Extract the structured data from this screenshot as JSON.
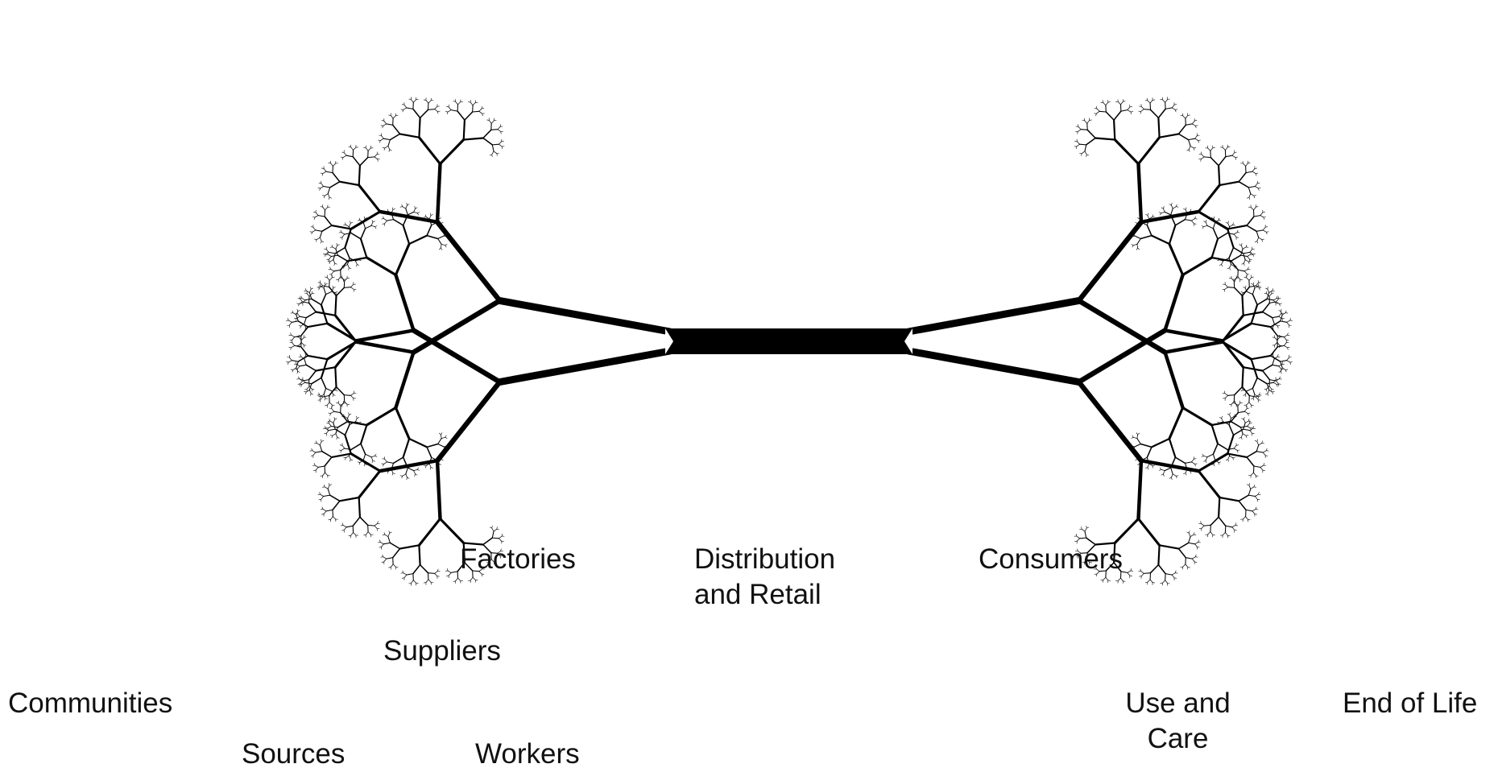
{
  "colors": {
    "background": "#ffffff",
    "ink": "#000000",
    "text": "#111111"
  },
  "labels": {
    "communities": "Communities",
    "sources": "Sources",
    "suppliers": "Suppliers",
    "workers": "Workers",
    "factories": "Factories",
    "distribution_line1": "Distribution",
    "distribution_line2": "and Retail",
    "consumers": "Consumers",
    "use_line1": "Use and",
    "use_line2": "Care",
    "end_of_life": "End of Life"
  }
}
